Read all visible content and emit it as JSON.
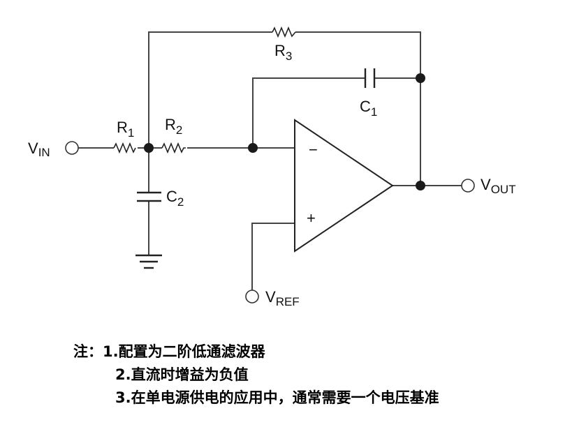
{
  "diagram": {
    "title": "Second-order low-pass filter (multiple feedback) schematic",
    "components": [
      {
        "id": "R1",
        "type": "resistor",
        "label": "R",
        "sub": "1"
      },
      {
        "id": "R2",
        "type": "resistor",
        "label": "R",
        "sub": "2"
      },
      {
        "id": "R3",
        "type": "resistor",
        "label": "R",
        "sub": "3"
      },
      {
        "id": "C1",
        "type": "capacitor",
        "label": "C",
        "sub": "1"
      },
      {
        "id": "C2",
        "type": "capacitor",
        "label": "C",
        "sub": "2"
      },
      {
        "id": "U1",
        "type": "op-amp",
        "inverting": "−",
        "noninverting": "+"
      }
    ],
    "terminals": {
      "vin": {
        "label": "V",
        "sub": "IN"
      },
      "vout": {
        "label": "V",
        "sub": "OUT"
      },
      "vref": {
        "label": "V",
        "sub": "REF"
      }
    }
  },
  "notes": {
    "prefix": "注：",
    "items": [
      "1.配置为二阶低通滤波器",
      "2.直流时增益为负值",
      "3.在单电源供电的应用中，通常需要一个电压基准"
    ]
  }
}
